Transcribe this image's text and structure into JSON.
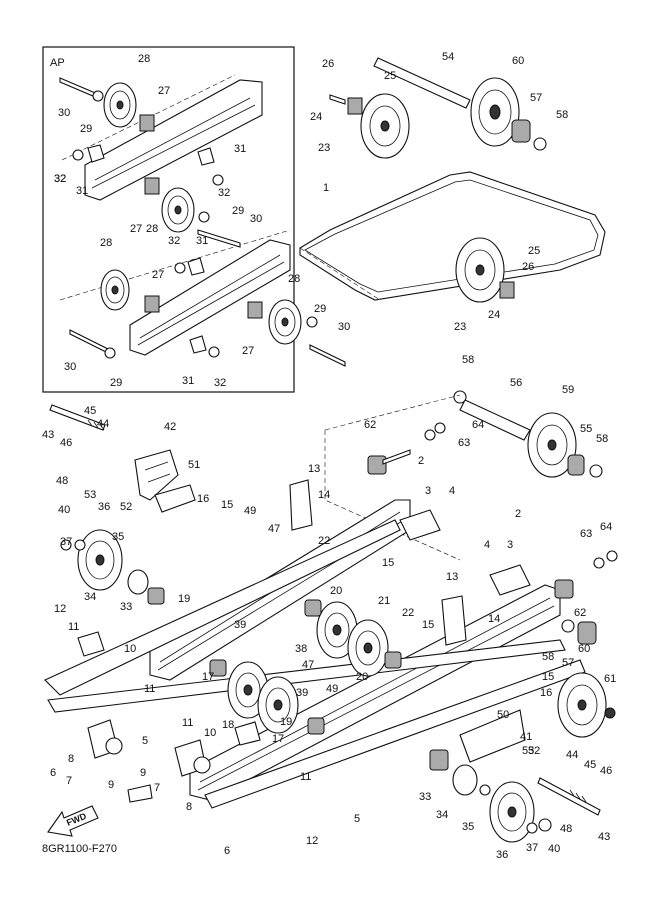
{
  "diagram": {
    "inset_label": "AP",
    "drawing_code": "8GR1100-F270",
    "fwd_label": "FWD",
    "callouts": [
      {
        "id": "c1",
        "text": "28"
      },
      {
        "id": "c2",
        "text": "30"
      },
      {
        "id": "c3",
        "text": "29"
      },
      {
        "id": "c4",
        "text": "27"
      },
      {
        "id": "c5",
        "text": "31"
      },
      {
        "id": "c6",
        "text": "32"
      },
      {
        "id": "c7",
        "text": "31"
      },
      {
        "id": "c8",
        "text": "32"
      },
      {
        "id": "c9",
        "text": "32"
      },
      {
        "id": "c10",
        "text": "27"
      },
      {
        "id": "c11",
        "text": "28"
      },
      {
        "id": "c12",
        "text": "29"
      },
      {
        "id": "c13",
        "text": "30"
      },
      {
        "id": "c14",
        "text": "32"
      },
      {
        "id": "c15",
        "text": "31"
      },
      {
        "id": "c16",
        "text": "28"
      },
      {
        "id": "c17",
        "text": "27"
      },
      {
        "id": "c18",
        "text": "28"
      },
      {
        "id": "c19",
        "text": "29"
      },
      {
        "id": "c20",
        "text": "30"
      },
      {
        "id": "c21",
        "text": "30"
      },
      {
        "id": "c22",
        "text": "27"
      },
      {
        "id": "c23",
        "text": "29"
      },
      {
        "id": "c24",
        "text": "31"
      },
      {
        "id": "c25",
        "text": "32"
      },
      {
        "id": "c26",
        "text": "26"
      },
      {
        "id": "c27",
        "text": "25"
      },
      {
        "id": "c28",
        "text": "54"
      },
      {
        "id": "c29",
        "text": "60"
      },
      {
        "id": "c30",
        "text": "24"
      },
      {
        "id": "c31",
        "text": "57"
      },
      {
        "id": "c32",
        "text": "58"
      },
      {
        "id": "c33",
        "text": "23"
      },
      {
        "id": "c34",
        "text": "1"
      },
      {
        "id": "c35",
        "text": "25"
      },
      {
        "id": "c36",
        "text": "26"
      },
      {
        "id": "c37",
        "text": "23"
      },
      {
        "id": "c38",
        "text": "24"
      },
      {
        "id": "c39",
        "text": "58"
      },
      {
        "id": "c40",
        "text": "56"
      },
      {
        "id": "c41",
        "text": "59"
      },
      {
        "id": "c42",
        "text": "62"
      },
      {
        "id": "c43",
        "text": "64"
      },
      {
        "id": "c44",
        "text": "63"
      },
      {
        "id": "c45",
        "text": "55"
      },
      {
        "id": "c46",
        "text": "58"
      },
      {
        "id": "c47",
        "text": "45"
      },
      {
        "id": "c48",
        "text": "44"
      },
      {
        "id": "c49",
        "text": "43"
      },
      {
        "id": "c50",
        "text": "42"
      },
      {
        "id": "c51",
        "text": "46"
      },
      {
        "id": "c52",
        "text": "48"
      },
      {
        "id": "c53",
        "text": "51"
      },
      {
        "id": "c54",
        "text": "53"
      },
      {
        "id": "c55",
        "text": "52"
      },
      {
        "id": "c56",
        "text": "13"
      },
      {
        "id": "c57",
        "text": "14"
      },
      {
        "id": "c58",
        "text": "2"
      },
      {
        "id": "c59",
        "text": "3"
      },
      {
        "id": "c60",
        "text": "4"
      },
      {
        "id": "c61",
        "text": "40"
      },
      {
        "id": "c62",
        "text": "36"
      },
      {
        "id": "c63",
        "text": "16"
      },
      {
        "id": "c64",
        "text": "15"
      },
      {
        "id": "c65",
        "text": "49"
      },
      {
        "id": "c66",
        "text": "47"
      },
      {
        "id": "c67",
        "text": "22"
      },
      {
        "id": "c68",
        "text": "37"
      },
      {
        "id": "c69",
        "text": "35"
      },
      {
        "id": "c70",
        "text": "2"
      },
      {
        "id": "c71",
        "text": "63"
      },
      {
        "id": "c72",
        "text": "64"
      },
      {
        "id": "c73",
        "text": "4"
      },
      {
        "id": "c74",
        "text": "3"
      },
      {
        "id": "c75",
        "text": "34"
      },
      {
        "id": "c76",
        "text": "33"
      },
      {
        "id": "c77",
        "text": "19"
      },
      {
        "id": "c78",
        "text": "15"
      },
      {
        "id": "c79",
        "text": "20"
      },
      {
        "id": "c80",
        "text": "21"
      },
      {
        "id": "c81",
        "text": "62"
      },
      {
        "id": "c82",
        "text": "12"
      },
      {
        "id": "c83",
        "text": "11"
      },
      {
        "id": "c84",
        "text": "10"
      },
      {
        "id": "c85",
        "text": "39"
      },
      {
        "id": "c86",
        "text": "22"
      },
      {
        "id": "c87",
        "text": "13"
      },
      {
        "id": "c88",
        "text": "15"
      },
      {
        "id": "c89",
        "text": "14"
      },
      {
        "id": "c90",
        "text": "17"
      },
      {
        "id": "c91",
        "text": "38"
      },
      {
        "id": "c92",
        "text": "47"
      },
      {
        "id": "c93",
        "text": "20"
      },
      {
        "id": "c94",
        "text": "58"
      },
      {
        "id": "c95",
        "text": "57"
      },
      {
        "id": "c96",
        "text": "60"
      },
      {
        "id": "c97",
        "text": "11"
      },
      {
        "id": "c98",
        "text": "18"
      },
      {
        "id": "c99",
        "text": "39"
      },
      {
        "id": "c100",
        "text": "49"
      },
      {
        "id": "c101",
        "text": "15"
      },
      {
        "id": "c102",
        "text": "61"
      },
      {
        "id": "c103",
        "text": "16"
      },
      {
        "id": "c104",
        "text": "5"
      },
      {
        "id": "c105",
        "text": "19"
      },
      {
        "id": "c106",
        "text": "17"
      },
      {
        "id": "c107",
        "text": "50"
      },
      {
        "id": "c108",
        "text": "11"
      },
      {
        "id": "c109",
        "text": "10"
      },
      {
        "id": "c110",
        "text": "41"
      },
      {
        "id": "c111",
        "text": "53"
      },
      {
        "id": "c112",
        "text": "52"
      },
      {
        "id": "c113",
        "text": "44"
      },
      {
        "id": "c114",
        "text": "45"
      },
      {
        "id": "c115",
        "text": "46"
      },
      {
        "id": "c116",
        "text": "6"
      },
      {
        "id": "c117",
        "text": "8"
      },
      {
        "id": "c118",
        "text": "7"
      },
      {
        "id": "c119",
        "text": "9"
      },
      {
        "id": "c120",
        "text": "9"
      },
      {
        "id": "c121",
        "text": "7"
      },
      {
        "id": "c122",
        "text": "8"
      },
      {
        "id": "c123",
        "text": "11"
      },
      {
        "id": "c124",
        "text": "33"
      },
      {
        "id": "c125",
        "text": "34"
      },
      {
        "id": "c126",
        "text": "35"
      },
      {
        "id": "c127",
        "text": "5"
      },
      {
        "id": "c128",
        "text": "48"
      },
      {
        "id": "c129",
        "text": "43"
      },
      {
        "id": "c130",
        "text": "12"
      },
      {
        "id": "c131",
        "text": "6"
      },
      {
        "id": "c132",
        "text": "36"
      },
      {
        "id": "c133",
        "text": "37"
      },
      {
        "id": "c134",
        "text": "40"
      }
    ]
  }
}
